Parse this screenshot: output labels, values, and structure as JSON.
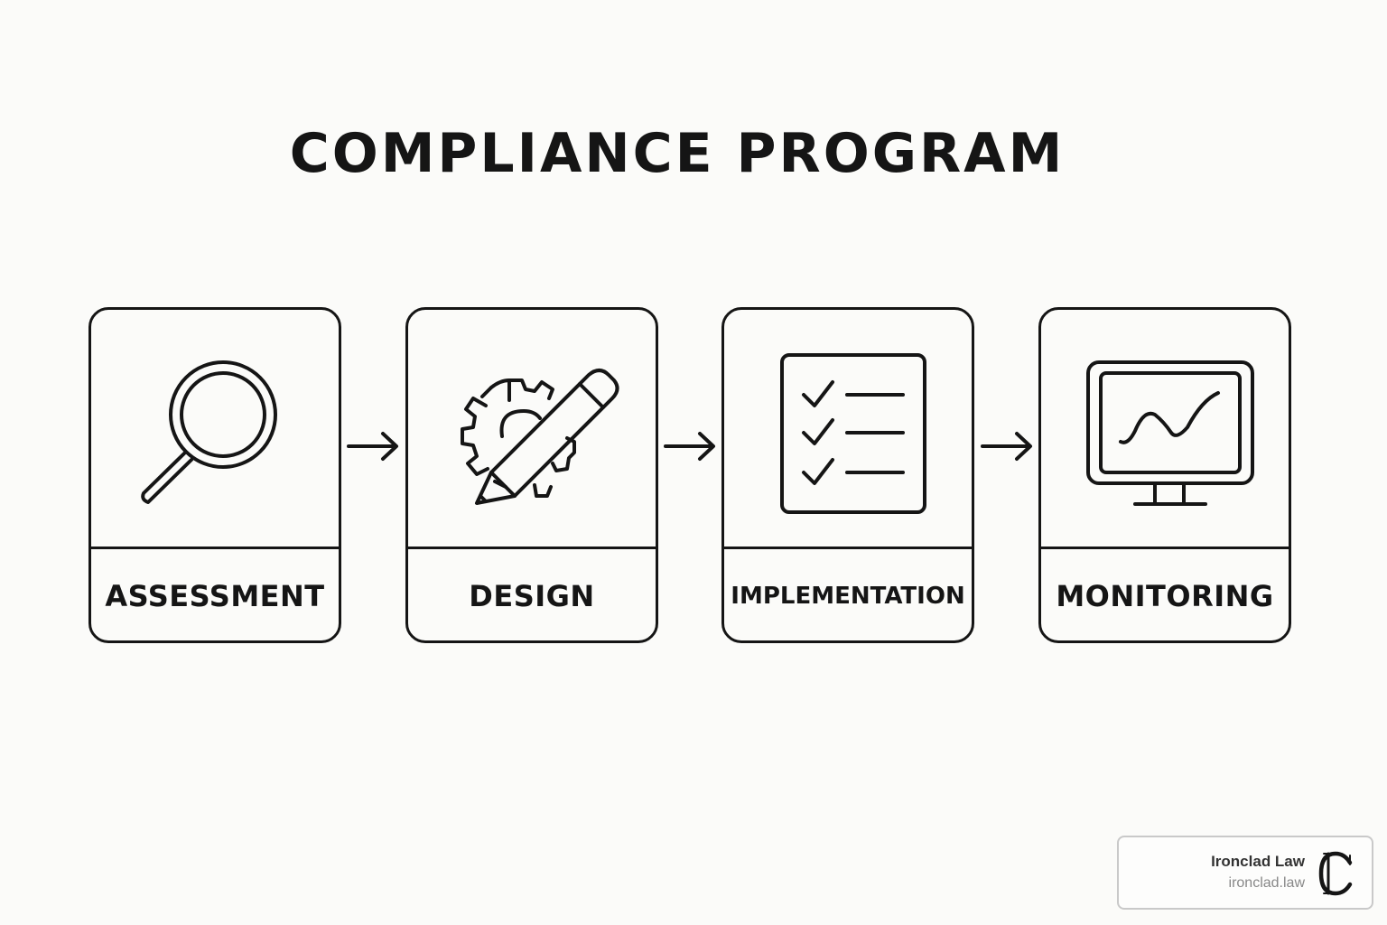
{
  "title": "COMPLIANCE PROGRAM",
  "steps": [
    {
      "label": "ASSESSMENT",
      "icon": "magnifying-glass-icon"
    },
    {
      "label": "DESIGN",
      "icon": "gear-pencil-icon"
    },
    {
      "label": "IMPLEMENTATION",
      "icon": "checklist-icon"
    },
    {
      "label": "MONITORING",
      "icon": "monitor-chart-icon"
    }
  ],
  "arrow_icon": "arrow-right-icon",
  "watermark": {
    "name": "Ironclad Law",
    "url": "ironclad.law",
    "logo_icon": "ic-monogram-logo"
  },
  "colors": {
    "background": "#fbfbf9",
    "ink": "#151515",
    "watermark_border": "#c9c9c9"
  }
}
